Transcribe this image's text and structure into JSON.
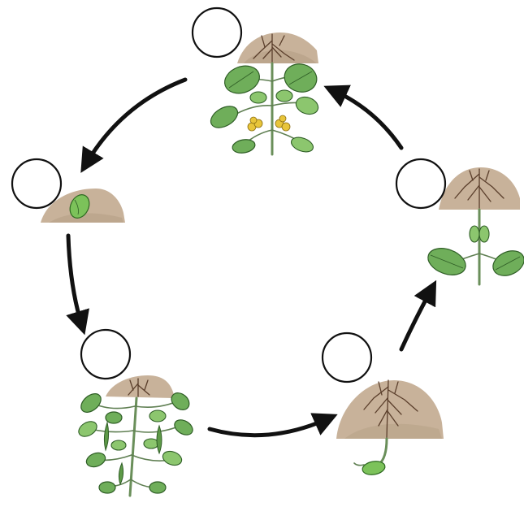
{
  "diagram": {
    "type": "plant-life-cycle",
    "stages": [
      {
        "id": "flowering-plant",
        "label": ""
      },
      {
        "id": "seed",
        "label": ""
      },
      {
        "id": "mature-plant-with-pods",
        "label": ""
      },
      {
        "id": "germinating-seed",
        "label": ""
      },
      {
        "id": "seedling",
        "label": ""
      }
    ],
    "cycle_order": [
      "flowering-plant",
      "seed",
      "mature-plant-with-pods",
      "germinating-seed",
      "seedling",
      "flowering-plant"
    ],
    "colors": {
      "arrow": "#111111",
      "soil": "#c8b29a",
      "leaf": "#6fae5a",
      "root": "#5a3e2b",
      "flower": "#e8c53a"
    }
  }
}
